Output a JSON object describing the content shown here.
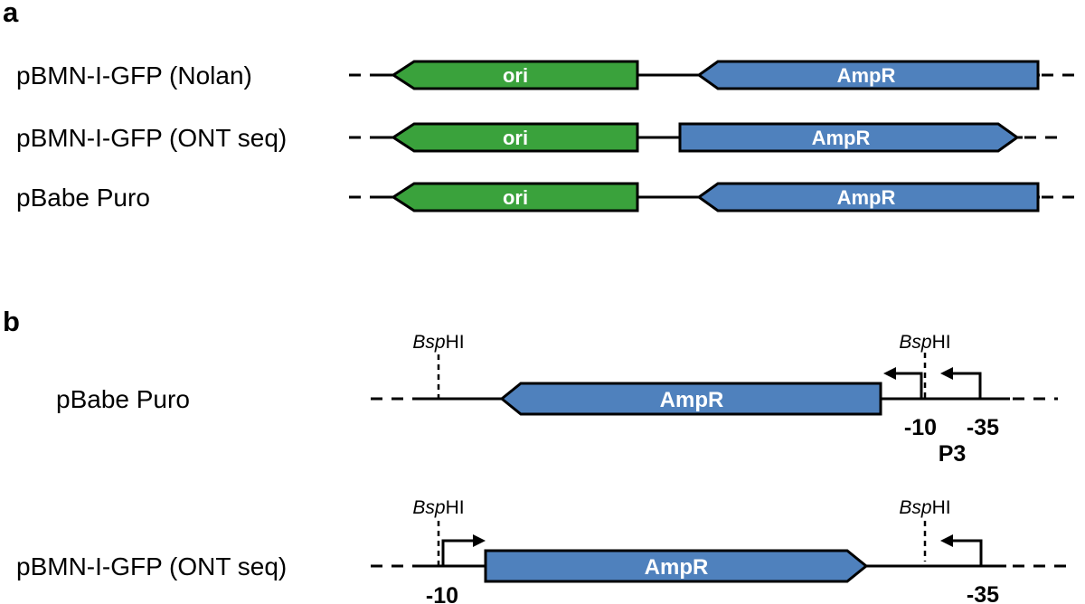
{
  "panel_a": {
    "label": "a",
    "rows": [
      {
        "name": "pBMN-I-GFP (Nolan)",
        "ori": "ori",
        "ampr": "AmpR"
      },
      {
        "name": "pBMN-I-GFP (ONT seq)",
        "ori": "ori",
        "ampr": "AmpR"
      },
      {
        "name": "pBabe Puro",
        "ori": "ori",
        "ampr": "AmpR"
      }
    ]
  },
  "panel_b": {
    "label": "b",
    "rows": [
      {
        "name": "pBabe Puro",
        "ampr": "AmpR",
        "site_prefix": "Bsp",
        "site_suffix": "HI",
        "minus10": "-10",
        "minus35": "-35",
        "promoter": "P3"
      },
      {
        "name": "pBMN-I-GFP (ONT seq)",
        "ampr": "AmpR",
        "site_prefix": "Bsp",
        "site_suffix": "HI",
        "minus10": "-10",
        "minus35": "-35"
      }
    ]
  },
  "colors": {
    "ori_green": "#3AA23C",
    "ampr_blue": "#4F81BD",
    "outline": "#000000",
    "gene_text": "#FFFFFF"
  }
}
